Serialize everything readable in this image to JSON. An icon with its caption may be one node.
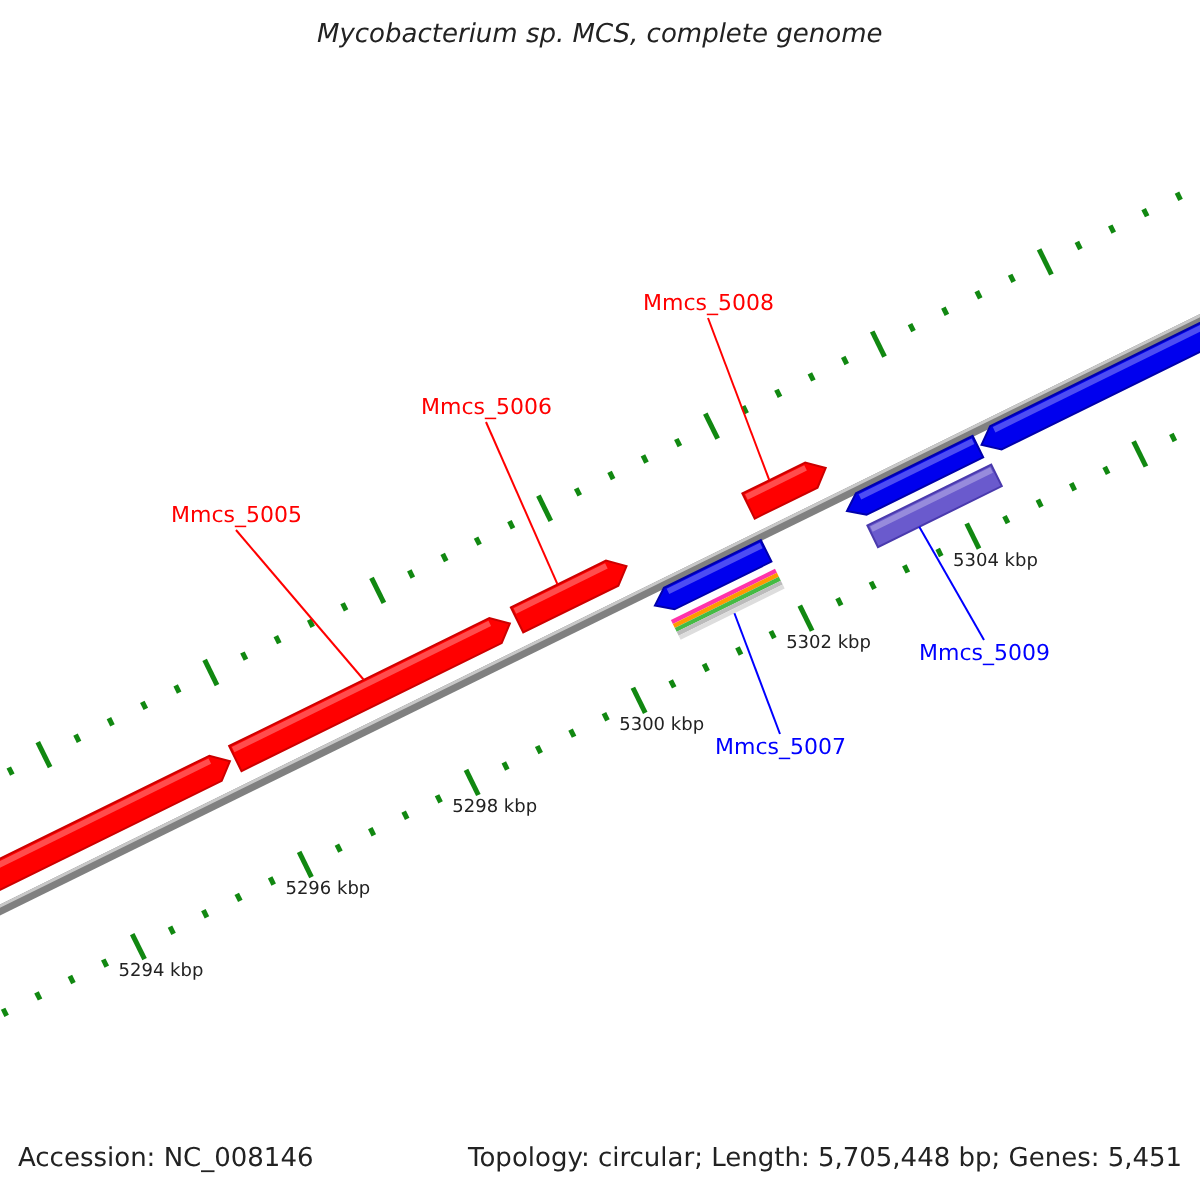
{
  "diagram": {
    "title": "Mycobacterium sp. MCS, complete genome",
    "nodes": [
      {
        "text": [
          "Mmcs_5005"
        ]
      },
      {
        "text": [],
        "shape": "bar"
      },
      {
        "text": [
          "Mmcs_5006"
        ]
      },
      {
        "text": [],
        "shape": "bar"
      },
      {
        "text": [
          "Mmcs_5008"
        ]
      },
      {
        "text": [],
        "shape": "bar"
      },
      {
        "text": [
          "Mmcs_5007"
        ]
      },
      {
        "text": [],
        "shape": "bar"
      },
      {
        "text": [
          "Mmcs_5009"
        ]
      },
      {
        "text": [],
        "shape": "bar"
      },
      {
        "text": [],
        "shape": "bar"
      },
      {
        "text": [],
        "shape": "bar"
      }
    ],
    "edges": [
      {
        "from": 0,
        "to": 1,
        "arrow": "none",
        "color": "#ff0000"
      },
      {
        "from": 2,
        "to": 3,
        "arrow": "none",
        "color": "#ff0000"
      },
      {
        "from": 4,
        "to": 5,
        "arrow": "none",
        "color": "#ff0000"
      },
      {
        "from": 6,
        "to": 7,
        "arrow": "none",
        "color": "#0000ff"
      },
      {
        "from": 8,
        "to": 9,
        "arrow": "none",
        "color": "#0000ff"
      }
    ],
    "labels": [
      "5294 kbp",
      "5296 kbp",
      "5298 kbp",
      "5300 kbp",
      "5302 kbp",
      "5304 kbp",
      "Accession: NC_008146",
      "Topology: circular; Length: 5,705,448 bp; Genes: 5,451"
    ]
  }
}
